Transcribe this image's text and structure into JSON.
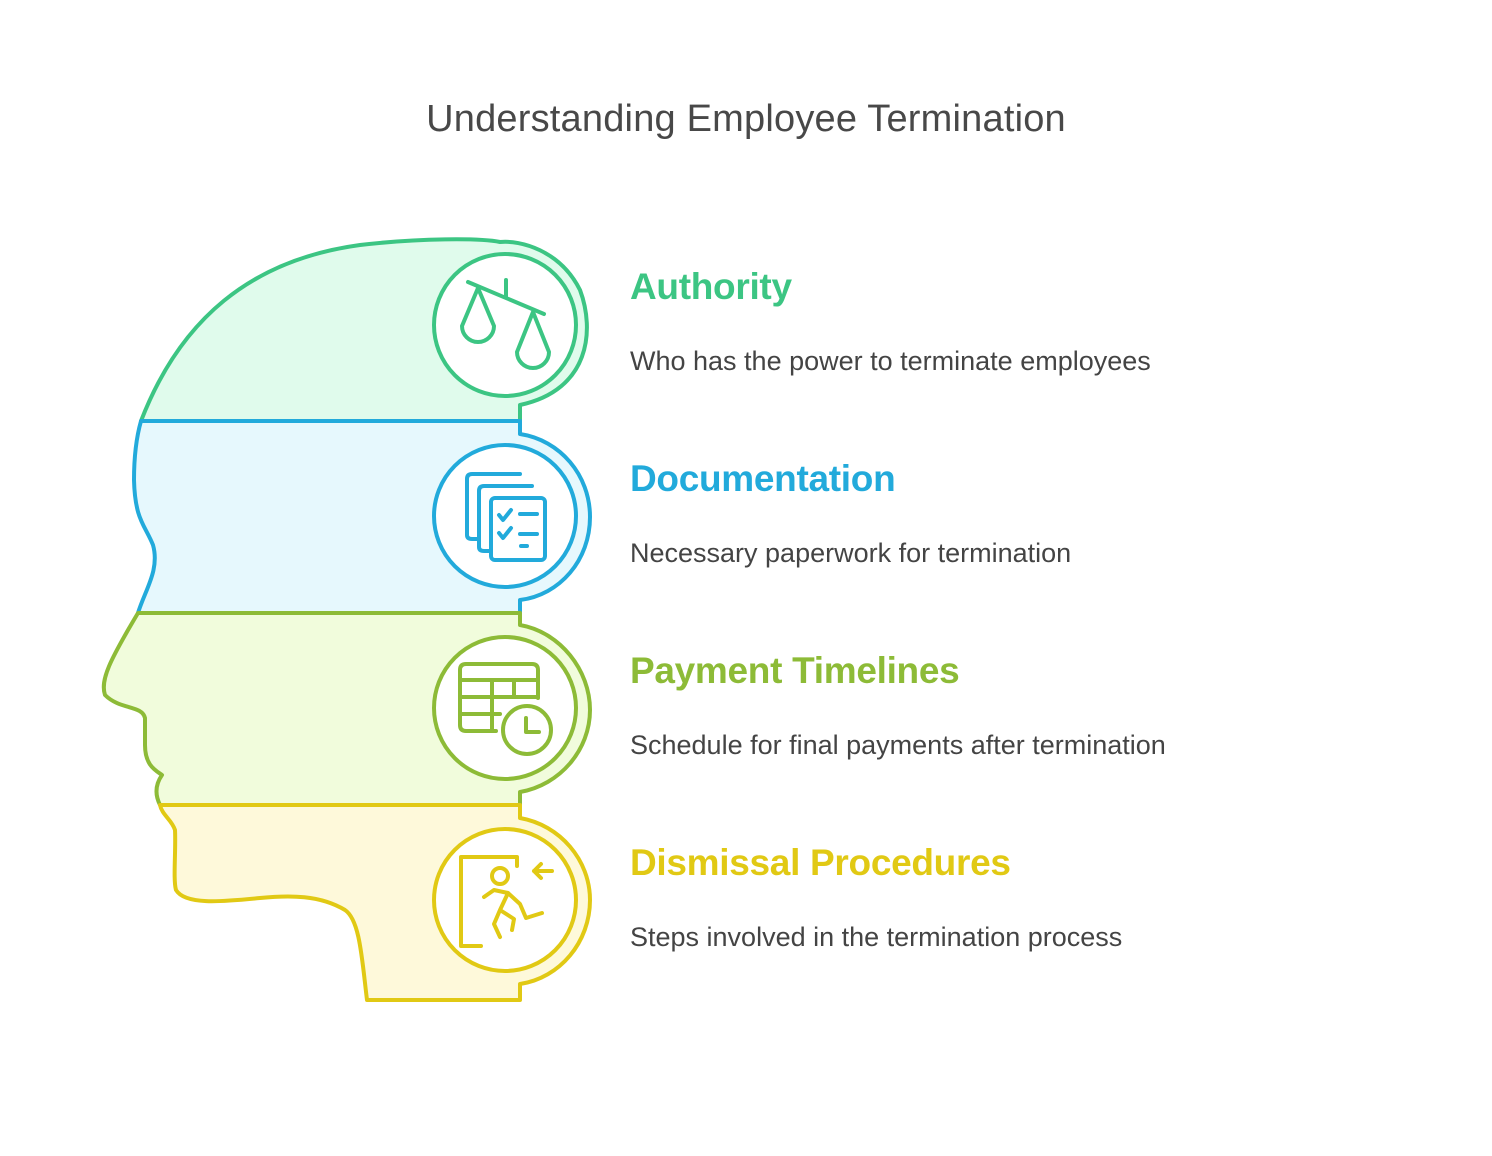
{
  "title": "Understanding Employee Termination",
  "items": [
    {
      "heading": "Authority",
      "description": "Who has the power to terminate employees",
      "icon": "scales-icon",
      "color": "#3CC583",
      "fill": "#E0FBEC"
    },
    {
      "heading": "Documentation",
      "description": "Necessary paperwork for termination",
      "icon": "documents-checklist-icon",
      "color": "#22AADB",
      "fill": "#E6F8FD"
    },
    {
      "heading": "Payment Timelines",
      "description": "Schedule for final payments after termination",
      "icon": "spreadsheet-clock-icon",
      "color": "#8DBB37",
      "fill": "#F1FCDC"
    },
    {
      "heading": "Dismissal Procedures",
      "description": "Steps involved in the termination process",
      "icon": "exit-running-person-icon",
      "color": "#E1C914",
      "fill": "#FEF9DA"
    }
  ]
}
